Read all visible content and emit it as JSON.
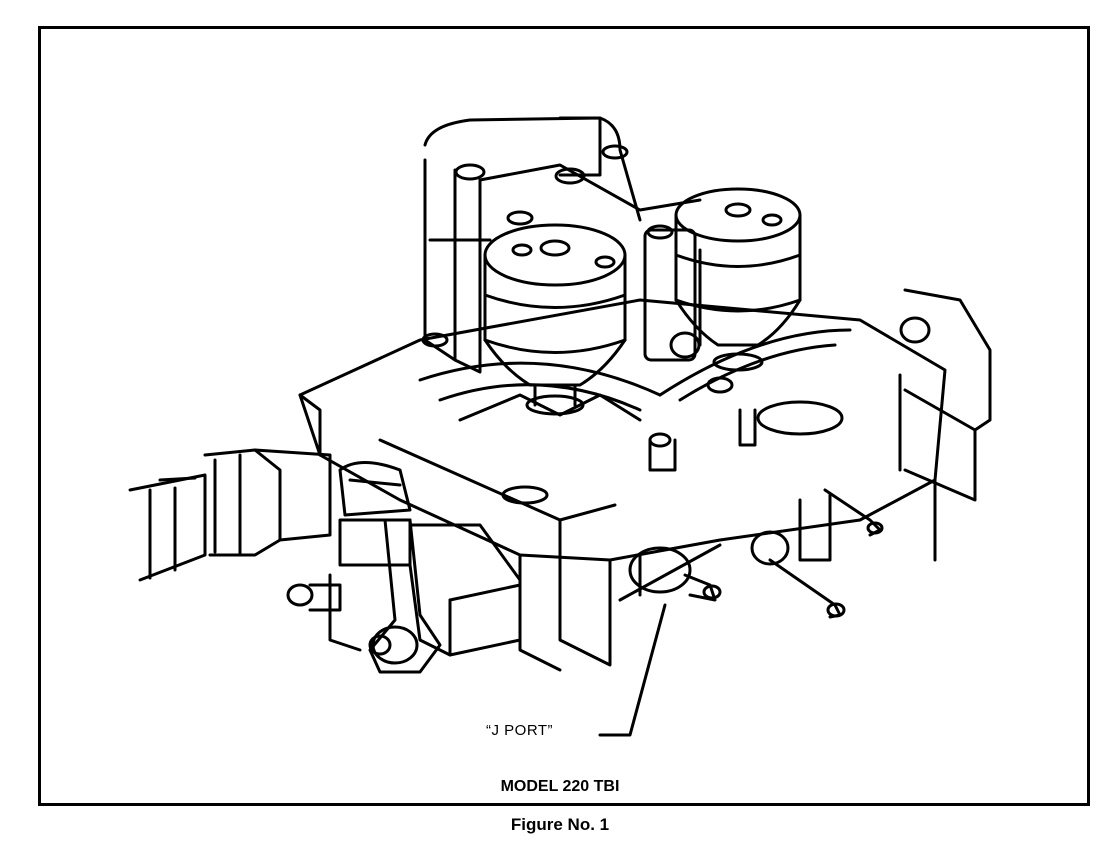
{
  "figure": {
    "callout_label": "“J PORT”",
    "model_title": "MODEL 220 TBI",
    "caption": "Figure No. 1"
  },
  "colors": {
    "ink": "#000000",
    "paper": "#ffffff"
  }
}
